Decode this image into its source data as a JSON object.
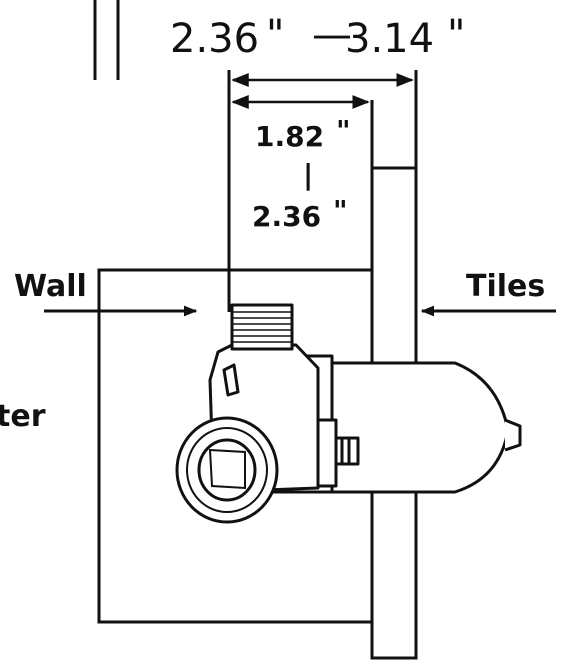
{
  "dimensions": {
    "outer": {
      "min": "2.36",
      "max": "3.14",
      "unit": "\"",
      "separator": "—"
    },
    "inner": {
      "min": "1.82",
      "max": "2.36",
      "unit": "\"",
      "separator": "|"
    }
  },
  "labels": {
    "wall": "Wall",
    "tiles": "Tiles",
    "partial": "ter"
  },
  "colors": {
    "stroke": "#111111",
    "background": "#ffffff"
  }
}
